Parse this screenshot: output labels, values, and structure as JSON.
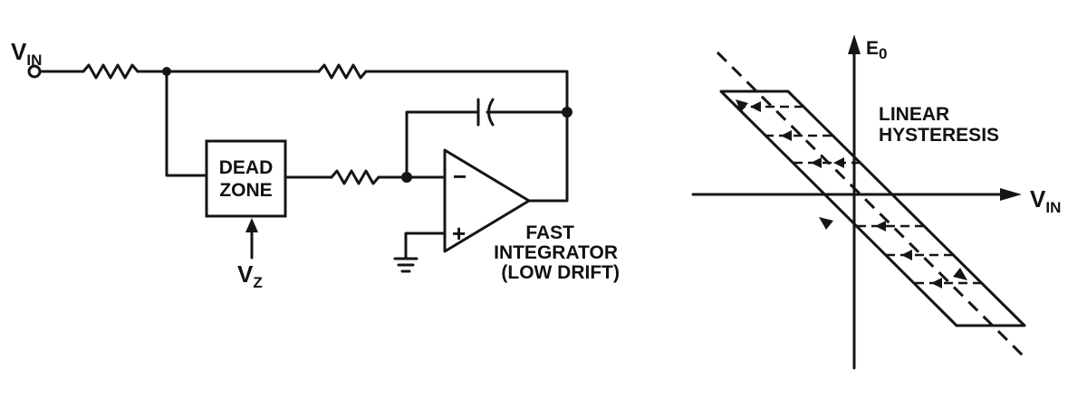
{
  "circuit": {
    "input_label": {
      "main": "V",
      "sub": "IN"
    },
    "dead_zone_label_line1": "DEAD",
    "dead_zone_label_line2": "ZONE",
    "vz_label": {
      "main": "V",
      "sub": "Z"
    },
    "opamp_minus": "−",
    "opamp_plus": "+",
    "integrator_line1": "FAST",
    "integrator_line2": "INTEGRATOR",
    "integrator_line3": "(LOW DRIFT)"
  },
  "graph": {
    "y_axis_label": {
      "main": "E",
      "sub": "0"
    },
    "x_axis_label": {
      "main": "V",
      "sub": "IN"
    },
    "annotation_line1": "LINEAR",
    "annotation_line2": "HYSTERESIS"
  }
}
